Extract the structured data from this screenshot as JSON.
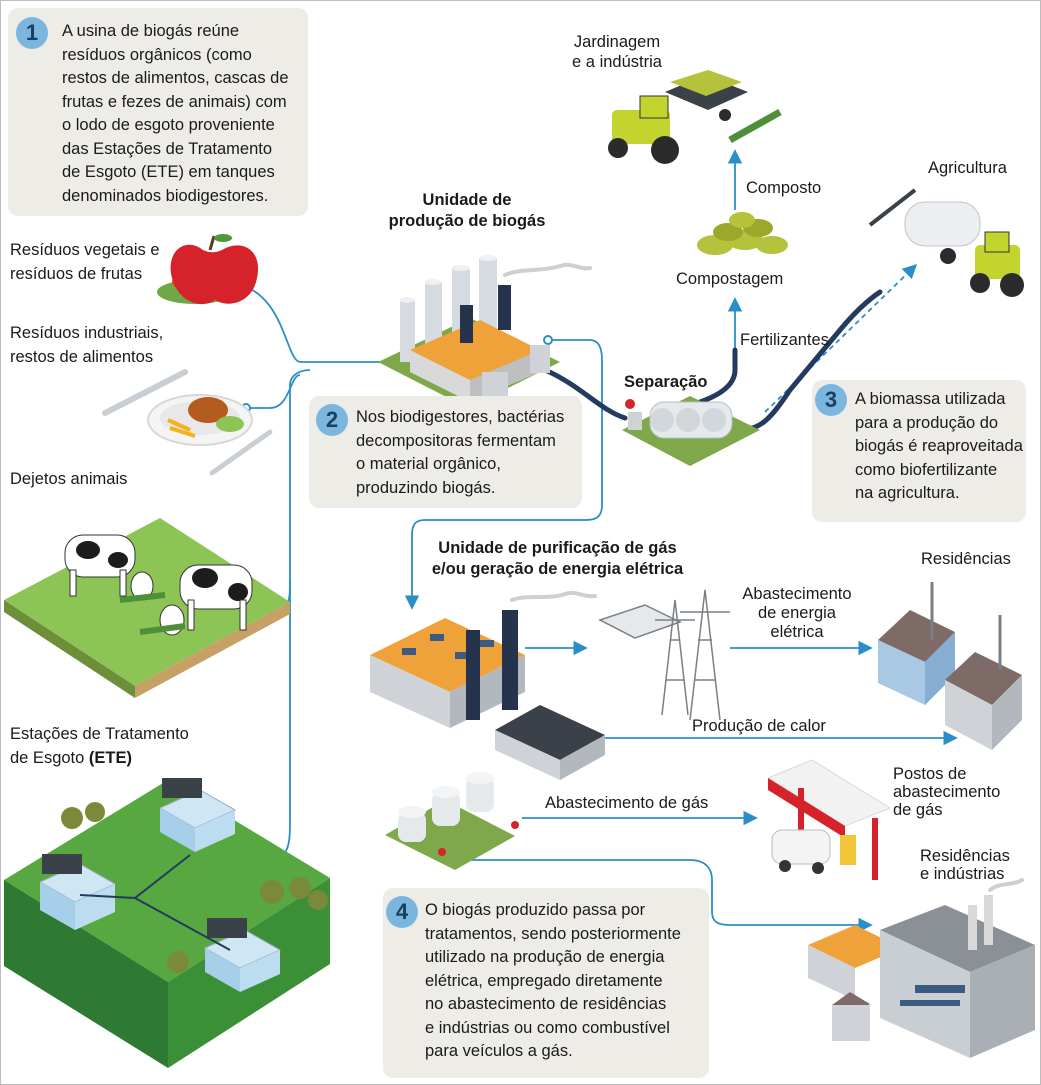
{
  "steps": {
    "s1": {
      "num": "1",
      "text": "A usina de biogás reúne\nresíduos orgânicos (como\nrestos de alimentos, cascas de\nfrutas e fezes de animais) com\no lodo de esgoto proveniente\ndas Estações de Tratamento\nde Esgoto (ETE) em tanques\ndenominados biodigestores."
    },
    "s2": {
      "num": "2",
      "text": "Nos biodigestores, bactérias\ndecompositoras fermentam\no material orgânico,\nproduzindo biogás."
    },
    "s3": {
      "num": "3",
      "text": "A biomassa utilizada\npara a produção do\nbiogás é reaproveitada\ncomo biofertilizante\nna agricultura."
    },
    "s4": {
      "num": "4",
      "text": "O biogás produzido passa por\ntratamentos, sendo posteriormente\nutilizado na produção de energia\nelétrica, empregado diretamente\nno abastecimento de residências\ne indústrias ou como combustível\npara veículos a gás."
    }
  },
  "labels": {
    "fruits": "Resíduos vegetais e\nresíduos de frutas",
    "industrial": "Resíduos industriais,\nrestos de alimentos",
    "animal": "Dejetos animais",
    "ete_prefix": "Estações de Tratamento\nde Esgoto ",
    "ete_bold": "(ETE)",
    "biogas_unit": "Unidade de\nprodução de biogás",
    "separation": "Separação",
    "gardening": "Jardinagem\ne a indústria",
    "compost": "Composto",
    "composting": "Compostagem",
    "fertilizers": "Fertilizantes",
    "agriculture": "Agricultura",
    "purification": "Unidade de purificação de gás\ne/ou geração de energia elétrica",
    "residences": "Residências",
    "power_supply": "Abastecimento\nde energia\nelétrica",
    "heat": "Produção de calor",
    "gas_supply": "Abastecimento de gás",
    "gas_stations": "Postos de\nabastecimento\nde gás",
    "res_industries": "Residências\ne indústrias"
  },
  "colors": {
    "line": "#2a8fc9",
    "dark_line": "#243a5e",
    "box": "#eeece6",
    "badge": "#7bb6df",
    "grass": "#8cc455",
    "orange": "#f0a23a"
  },
  "icons": [
    "apple-icon",
    "turkey-plate-icon",
    "cow-icon",
    "ete-tank-icon",
    "biodigester-icon",
    "separator-icon",
    "compost-pile-icon",
    "tractor-icon",
    "power-plant-icon",
    "power-tower-icon",
    "house-icon",
    "gas-tank-icon",
    "gas-station-icon",
    "factory-icon"
  ]
}
